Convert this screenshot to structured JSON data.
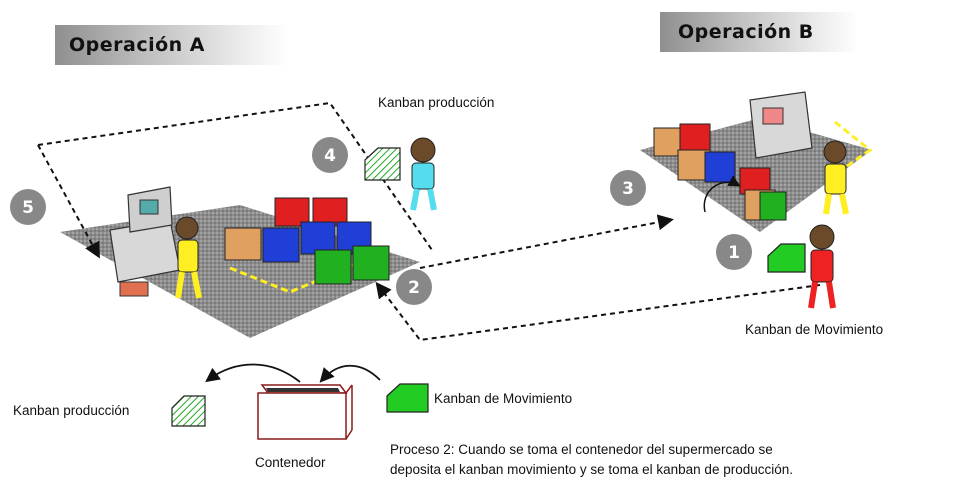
{
  "titles": {
    "operation_a": "Operación A",
    "operation_b": "Operación B"
  },
  "labels": {
    "kanban_produccion_top": "Kanban producción",
    "kanban_movimiento_right": "Kanban de Movimiento",
    "kanban_produccion_bottom": "Kanban producción",
    "kanban_movimiento_bottom": "Kanban de Movimiento",
    "contenedor": "Contenedor"
  },
  "steps": [
    "1",
    "2",
    "3",
    "4",
    "5"
  ],
  "caption": {
    "line1": "Proceso 2: Cuando se toma el contenedor del supermercado se",
    "line2": "deposita el kanban movimiento y se toma el kanban de producción."
  },
  "colors": {
    "floor": "#9a9a9a",
    "box_red": "#e02020",
    "box_blue": "#1f3fd6",
    "box_green": "#20b020",
    "box_tan": "#e0a060",
    "kanban_green": "#22cc22",
    "worker_yellow": "#ffee22",
    "worker_cyan": "#55ddee",
    "worker_red": "#ee2222",
    "step_circle": "#888888",
    "outline_red": "#8b1a1a"
  }
}
